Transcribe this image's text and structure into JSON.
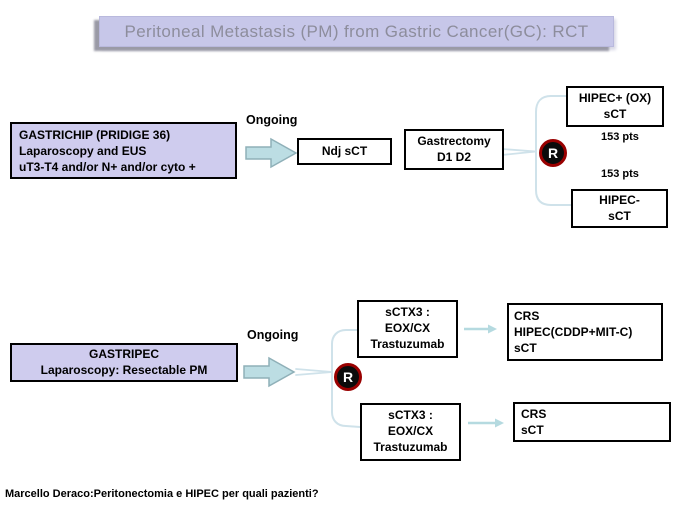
{
  "title": "Peritoneal Metastasis (PM) from Gastric Cancer(GC): RCT",
  "colors": {
    "lavender_box": "#cfccee",
    "title_bg": "#c7c7e9",
    "title_text": "#8d8d9c",
    "block_arrow_fill": "#bcdde3",
    "block_arrow_stroke": "#8fb0b8",
    "connector": "#cfe2ea",
    "thin_arrow": "#b5dae0",
    "randomize_ring": "#990000",
    "randomize_fill": "#0b0b0b"
  },
  "trial1": {
    "entry": {
      "line1": "GASTRICHIP (PRIDIGE 36)",
      "line2": "Laparoscopy and EUS",
      "line3": "uT3-T4 and/or N+ and/or cyto +"
    },
    "status": "Ongoing",
    "step1": "Ndj sCT",
    "step2": {
      "line1": "Gastrectomy",
      "line2": "D1 D2"
    },
    "randomize": "R",
    "arm_top": {
      "line1": "HIPEC+ (OX)",
      "line2": "sCT"
    },
    "arm_top_pts": "153 pts",
    "arm_bottom": {
      "line1": "HIPEC-",
      "line2": "sCT"
    },
    "arm_bottom_pts": "153 pts"
  },
  "trial2": {
    "entry": {
      "line1": "GASTRIPEC",
      "line2": "Laparoscopy: Resectable PM"
    },
    "status": "Ongoing",
    "randomize": "R",
    "arm_top_chemo": {
      "line1": "sCTX3 :",
      "line2": "EOX/CX",
      "line3": "Trastuzumab"
    },
    "arm_top_outcome": {
      "line1": "CRS",
      "line2": "HIPEC(CDDP+MIT-C)",
      "line3": "sCT"
    },
    "arm_bottom_chemo": {
      "line1": "sCTX3 :",
      "line2": "EOX/CX",
      "line3": "Trastuzumab"
    },
    "arm_bottom_outcome": {
      "line1": "CRS",
      "line2": "sCT"
    }
  },
  "footer": "Marcello Deraco:Peritonectomia e HIPEC per quali pazienti?"
}
